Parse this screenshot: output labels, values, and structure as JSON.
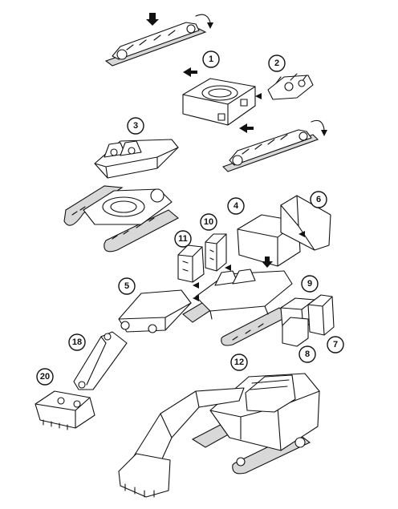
{
  "diagram": {
    "ink_color": "#111111",
    "background": "#ffffff",
    "callouts": [
      {
        "id": "c1",
        "label": "1"
      },
      {
        "id": "c2",
        "label": "2"
      },
      {
        "id": "c3",
        "label": "3"
      },
      {
        "id": "c4",
        "label": "4"
      },
      {
        "id": "c5",
        "label": "5"
      },
      {
        "id": "c6",
        "label": "6"
      },
      {
        "id": "c7",
        "label": "7"
      },
      {
        "id": "c8",
        "label": "8"
      },
      {
        "id": "c9",
        "label": "9"
      },
      {
        "id": "c10",
        "label": "10"
      },
      {
        "id": "c11",
        "label": "11"
      },
      {
        "id": "c12",
        "label": "12"
      },
      {
        "id": "c18",
        "label": "18"
      },
      {
        "id": "c20",
        "label": "20"
      }
    ]
  }
}
